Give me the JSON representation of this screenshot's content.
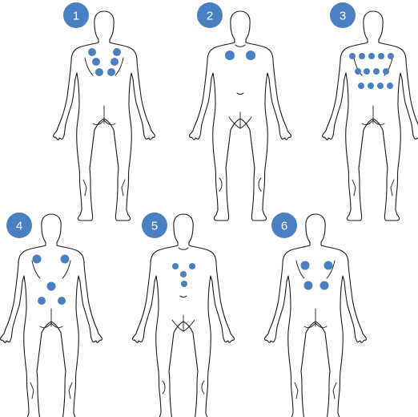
{
  "colors": {
    "badge": "#4a7fc1",
    "marker": "#4a7fc1",
    "outline": "#1a1a1a"
  },
  "panels": [
    {
      "id": "1",
      "label": "1",
      "view": "back",
      "marker_count": 6
    },
    {
      "id": "2",
      "label": "2",
      "view": "front",
      "marker_count": 2
    },
    {
      "id": "3",
      "label": "3",
      "view": "back",
      "marker_count": 14
    },
    {
      "id": "4",
      "label": "4",
      "view": "back",
      "marker_count": 5
    },
    {
      "id": "5",
      "label": "5",
      "view": "front",
      "marker_count": 4
    },
    {
      "id": "6",
      "label": "6",
      "view": "back",
      "marker_count": 4
    }
  ]
}
